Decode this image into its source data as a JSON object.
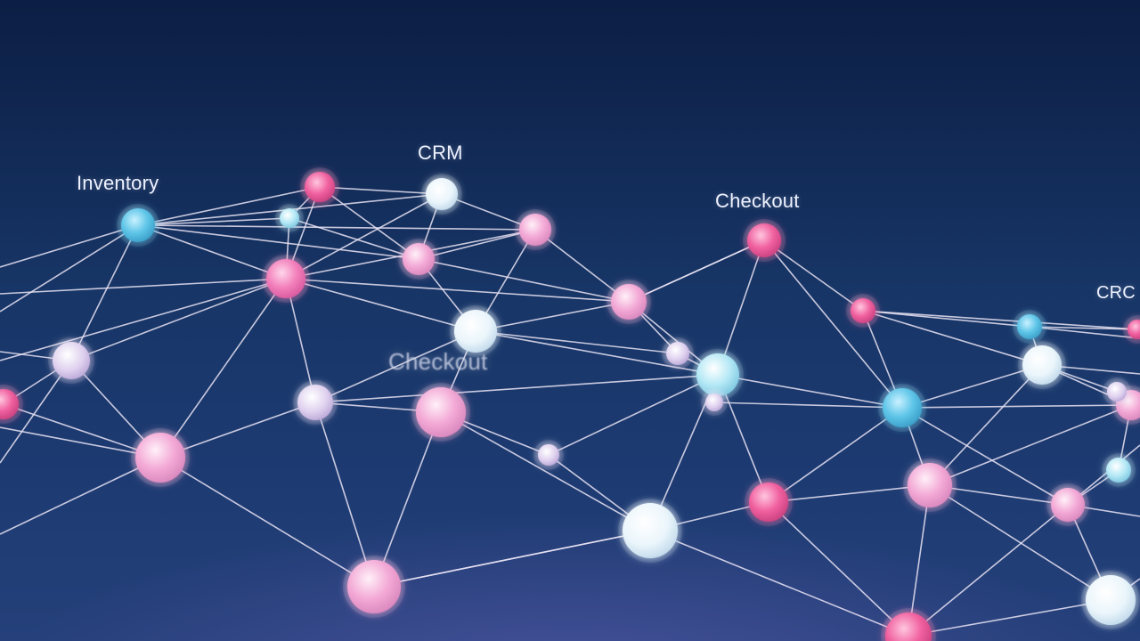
{
  "labels": {
    "inventory": "Inventory",
    "crm": "CRM",
    "checkout": "Checkout",
    "checkout_faded": "Checkout",
    "crm_edge": "CRC"
  },
  "colors": {
    "pink": "#ef7fb6",
    "hot_pink": "#f06aa6",
    "lavender": "#dcc8ec",
    "light_pink": "#f2a6d4",
    "white": "#eef5fb",
    "cyan": "#62c6e6",
    "edge": "#e9e3f3"
  }
}
